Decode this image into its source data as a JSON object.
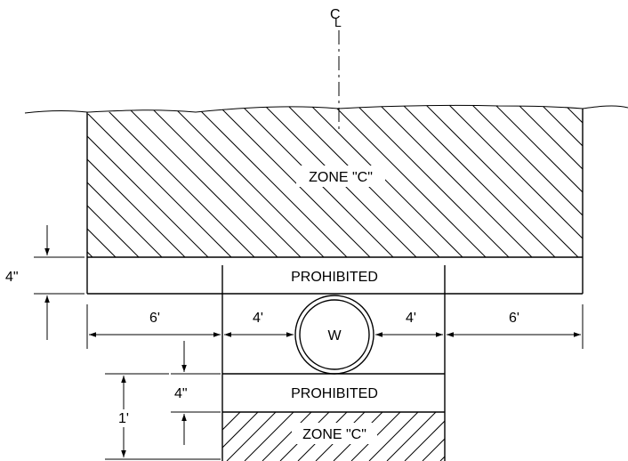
{
  "diagram": {
    "centerline_symbol": "C",
    "centerline_sub": "L",
    "zone_upper": "ZONE \"C\"",
    "zone_lower": "ZONE \"C\"",
    "prohibited_upper": "PROHIBITED",
    "prohibited_lower": "PROHIBITED",
    "pipe_label": "W",
    "dims": {
      "band_thickness_left": "4\"",
      "left_offset": "6'",
      "right_offset": "6'",
      "left_clear": "4'",
      "right_clear": "4'",
      "lower_band": "4\"",
      "depth": "1'"
    }
  }
}
